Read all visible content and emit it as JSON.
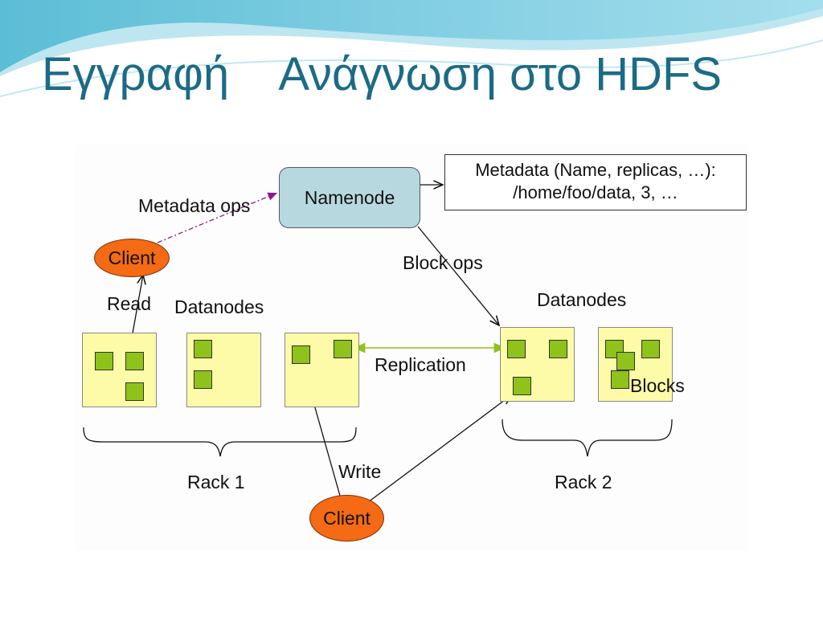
{
  "slide": {
    "title": "Εγγραφή    Ανάγνωση στο HDFS"
  },
  "diagram": {
    "namenode": "Namenode",
    "metadata": {
      "line1": "Metadata (Name, replicas, …):",
      "line2": "/home/foo/data, 3, …"
    },
    "metadata_ops": "Metadata ops",
    "block_ops": "Block ops",
    "client_top": "Client",
    "client_bottom": "Client",
    "read": "Read",
    "write": "Write",
    "replication": "Replication",
    "datanodes_left": "Datanodes",
    "datanodes_right": "Datanodes",
    "blocks": "Blocks",
    "rack1": "Rack 1",
    "rack2": "Rack 2"
  },
  "colors": {
    "title": "#1c6b86",
    "namenode_fill": "#b8d8e0",
    "client_fill": "#f56a14",
    "datanode_fill": "#fdfaa8",
    "block_fill": "#8fc21b",
    "metadata_ops_arrow": "#8a1a8a",
    "replication_arrow": "#8fc21b"
  }
}
